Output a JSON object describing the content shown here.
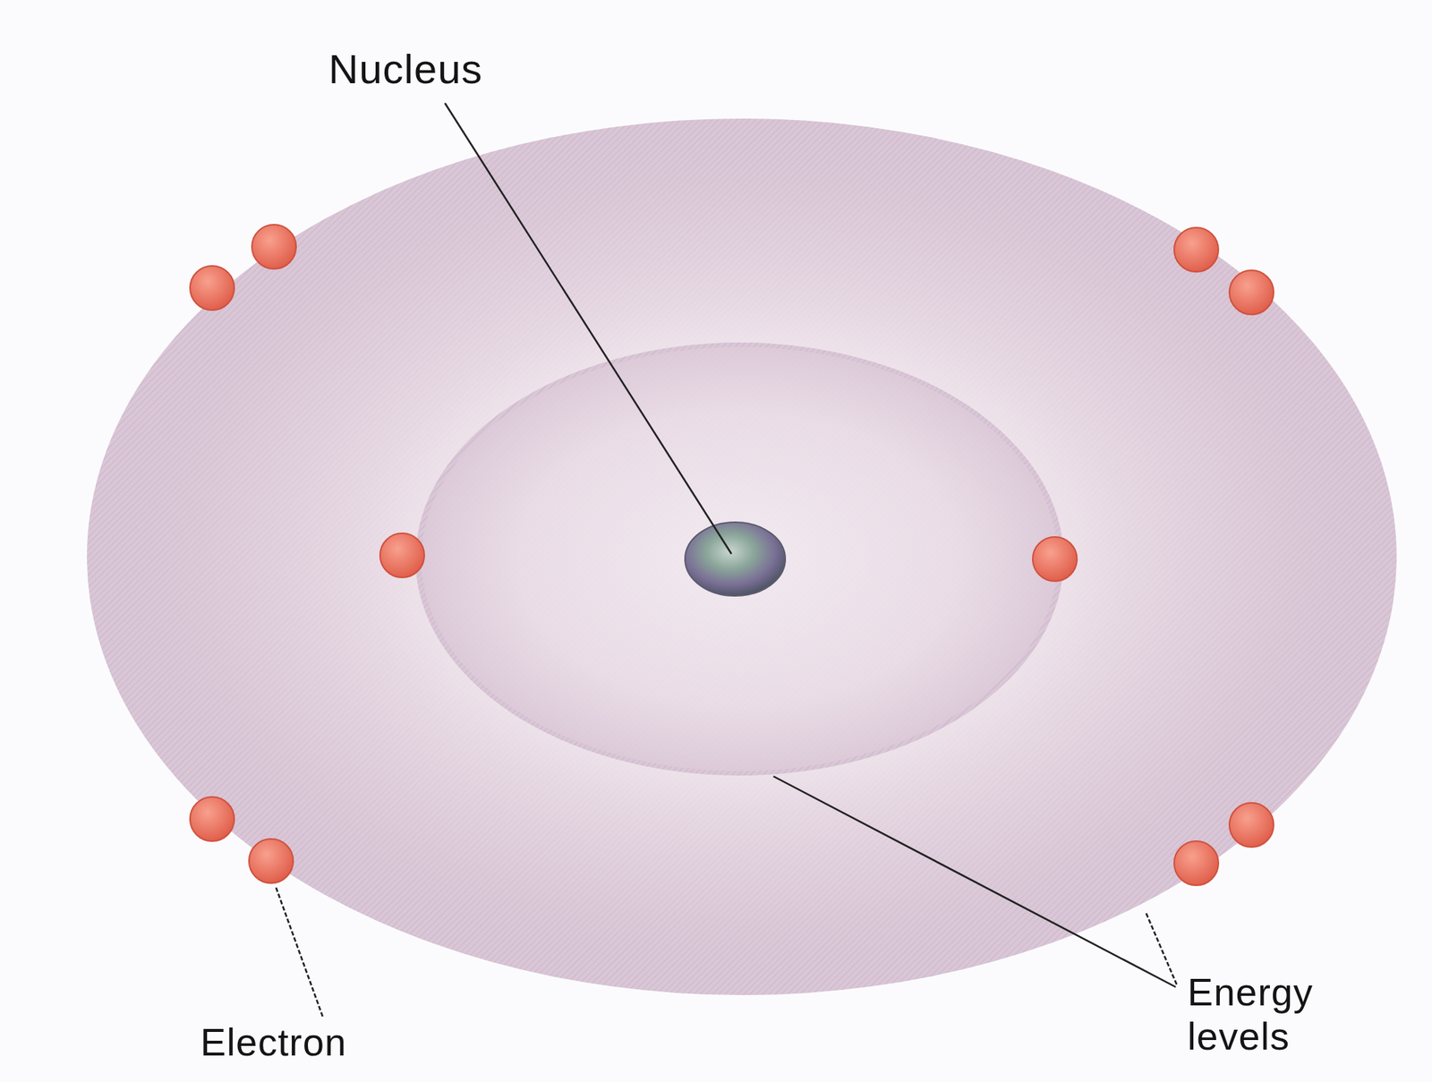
{
  "diagram": {
    "labels": [
      "Nucleus",
      "Electron",
      "Energy levels"
    ]
  }
}
